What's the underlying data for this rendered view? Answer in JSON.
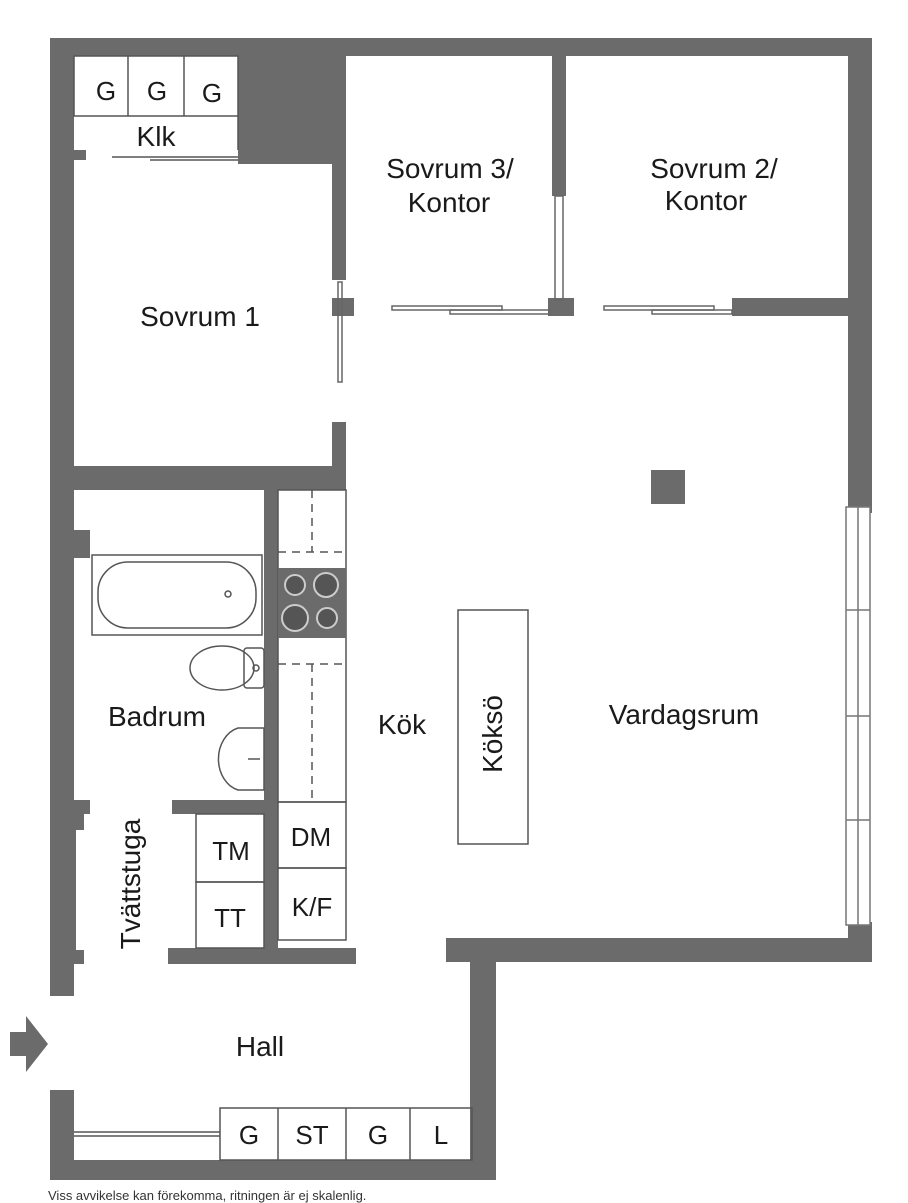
{
  "rooms": {
    "klk": "Klk",
    "sovrum3_line1": "Sovrum 3/",
    "sovrum3_line2": "Kontor",
    "sovrum2_line1": "Sovrum 2/",
    "sovrum2_line2": "Kontor",
    "sovrum1": "Sovrum 1",
    "badrum": "Badrum",
    "kok": "Kök",
    "kokso": "Köksö",
    "vardagsrum": "Vardagsrum",
    "tvattstuga": "Tvättstuga",
    "hall": "Hall"
  },
  "cabinets": {
    "top_g1": "G",
    "top_g2": "G",
    "top_g3": "G",
    "tm": "TM",
    "tt": "TT",
    "dm": "DM",
    "kf": "K/F",
    "hall_g1": "G",
    "hall_st": "ST",
    "hall_g2": "G",
    "hall_l": "L"
  },
  "footnote": "Viss avvikelse kan förekomma, ritningen är ej skalenlig.",
  "colors": {
    "wall": "#6b6b6b",
    "floor": "#ffffff",
    "line": "#555555"
  }
}
